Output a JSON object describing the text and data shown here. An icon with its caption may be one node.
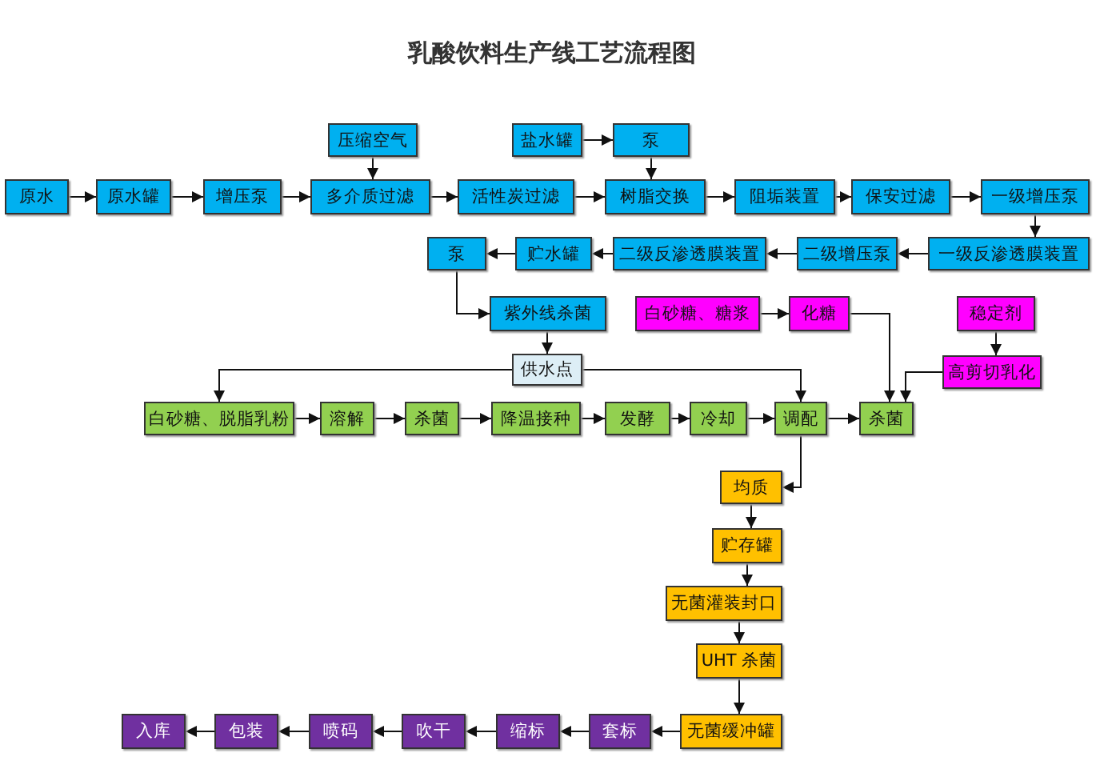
{
  "diagram": {
    "title": "乳酸饮料生产线工艺流程图",
    "nodes": [
      {
        "text": [
          "原水"
        ]
      },
      {
        "text": [
          "原水罐"
        ]
      },
      {
        "text": [
          "增压泵"
        ]
      },
      {
        "text": [
          "多介质过滤"
        ]
      },
      {
        "text": [
          "活性炭过滤"
        ]
      },
      {
        "text": [
          "树脂交换"
        ]
      },
      {
        "text": [
          "阻垢装置"
        ]
      },
      {
        "text": [
          "保安过滤"
        ]
      },
      {
        "text": [
          "一级增压泵"
        ]
      },
      {
        "text": [
          "压缩空气"
        ]
      },
      {
        "text": [
          "盐水罐"
        ]
      },
      {
        "text": [
          "泵"
        ]
      },
      {
        "text": [
          "一级反渗透膜装置"
        ]
      },
      {
        "text": [
          "二级增压泵"
        ]
      },
      {
        "text": [
          "二级反渗透膜装置"
        ]
      },
      {
        "text": [
          "贮水罐"
        ]
      },
      {
        "text": [
          "泵"
        ]
      },
      {
        "text": [
          "紫外线杀菌"
        ]
      },
      {
        "text": [
          "白砂糖、糖浆"
        ]
      },
      {
        "text": [
          "化糖"
        ]
      },
      {
        "text": [
          "稳定剂"
        ]
      },
      {
        "text": [
          "供水点"
        ]
      },
      {
        "text": [
          "高剪切乳化"
        ]
      },
      {
        "text": [
          "白砂糖、脱脂乳粉"
        ]
      },
      {
        "text": [
          "溶解"
        ]
      },
      {
        "text": [
          "杀菌"
        ]
      },
      {
        "text": [
          "降温接种"
        ]
      },
      {
        "text": [
          "发酵"
        ]
      },
      {
        "text": [
          "冷却"
        ]
      },
      {
        "text": [
          "调配"
        ]
      },
      {
        "text": [
          "杀菌"
        ]
      },
      {
        "text": [
          "均质"
        ]
      },
      {
        "text": [
          "贮存罐"
        ]
      },
      {
        "text": [
          "无菌灌装封口"
        ]
      },
      {
        "text": [
          "UHT 杀菌"
        ]
      },
      {
        "text": [
          "无菌缓冲罐"
        ]
      },
      {
        "text": [
          "套标"
        ]
      },
      {
        "text": [
          "缩标"
        ]
      },
      {
        "text": [
          "吹干"
        ]
      },
      {
        "text": [
          "喷码"
        ]
      },
      {
        "text": [
          "包装"
        ]
      },
      {
        "text": [
          "入库"
        ]
      }
    ],
    "edges": [
      {
        "from": 0,
        "to": 1,
        "arrow": "to"
      },
      {
        "from": 1,
        "to": 2,
        "arrow": "to"
      },
      {
        "from": 2,
        "to": 3,
        "arrow": "to"
      },
      {
        "from": 9,
        "to": 3,
        "arrow": "to"
      },
      {
        "from": 3,
        "to": 4,
        "arrow": "to"
      },
      {
        "from": 4,
        "to": 5,
        "arrow": "to"
      },
      {
        "from": 10,
        "to": 11,
        "arrow": "to"
      },
      {
        "from": 11,
        "to": 5,
        "arrow": "to"
      },
      {
        "from": 5,
        "to": 6,
        "arrow": "to"
      },
      {
        "from": 6,
        "to": 7,
        "arrow": "to"
      },
      {
        "from": 7,
        "to": 8,
        "arrow": "to"
      },
      {
        "from": 8,
        "to": 12,
        "arrow": "to"
      },
      {
        "from": 12,
        "to": 13,
        "arrow": "to"
      },
      {
        "from": 13,
        "to": 14,
        "arrow": "to"
      },
      {
        "from": 14,
        "to": 15,
        "arrow": "to"
      },
      {
        "from": 15,
        "to": 16,
        "arrow": "to"
      },
      {
        "from": 16,
        "to": 17,
        "arrow": "to"
      },
      {
        "from": 17,
        "to": 21,
        "arrow": "to"
      },
      {
        "from": 21,
        "to": 23,
        "arrow": "to"
      },
      {
        "from": 21,
        "to": 29,
        "arrow": "to"
      },
      {
        "from": 18,
        "to": 19,
        "arrow": "to"
      },
      {
        "from": 19,
        "to": 30,
        "arrow": "to"
      },
      {
        "from": 20,
        "to": 22,
        "arrow": "to"
      },
      {
        "from": 22,
        "to": 30,
        "arrow": "to"
      },
      {
        "from": 23,
        "to": 24,
        "arrow": "to"
      },
      {
        "from": 24,
        "to": 25,
        "arrow": "to"
      },
      {
        "from": 25,
        "to": 26,
        "arrow": "to"
      },
      {
        "from": 26,
        "to": 27,
        "arrow": "to"
      },
      {
        "from": 27,
        "to": 28,
        "arrow": "to"
      },
      {
        "from": 28,
        "to": 29,
        "arrow": "to"
      },
      {
        "from": 29,
        "to": 30,
        "arrow": "to"
      },
      {
        "from": 29,
        "to": 31,
        "arrow": "to"
      },
      {
        "from": 31,
        "to": 32,
        "arrow": "to"
      },
      {
        "from": 32,
        "to": 33,
        "arrow": "to"
      },
      {
        "from": 33,
        "to": 34,
        "arrow": "to"
      },
      {
        "from": 34,
        "to": 35,
        "arrow": "to"
      },
      {
        "from": 35,
        "to": 36,
        "arrow": "to"
      },
      {
        "from": 36,
        "to": 37,
        "arrow": "to"
      },
      {
        "from": 37,
        "to": 38,
        "arrow": "to"
      },
      {
        "from": 38,
        "to": 39,
        "arrow": "to"
      },
      {
        "from": 39,
        "to": 40,
        "arrow": "to"
      },
      {
        "from": 40,
        "to": 41,
        "arrow": "to"
      }
    ]
  }
}
